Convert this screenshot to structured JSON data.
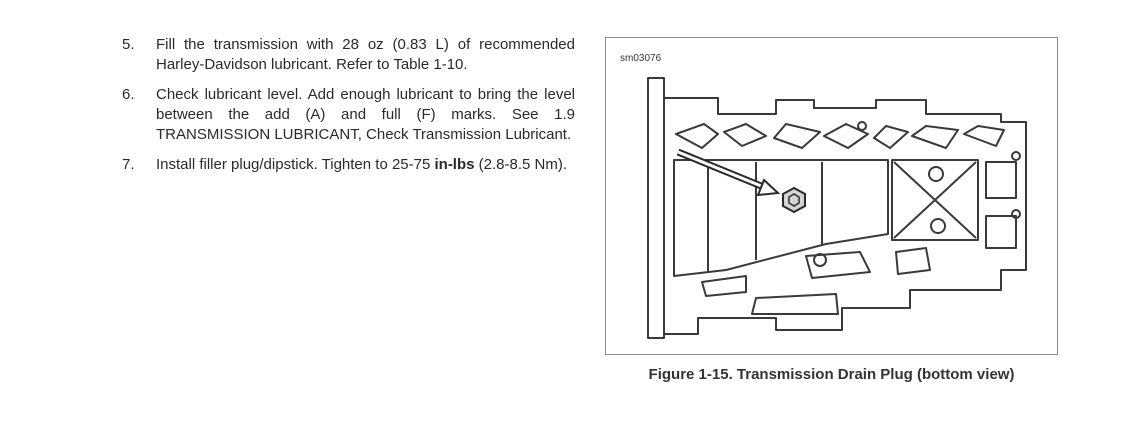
{
  "steps": [
    {
      "number": "5.",
      "text": "Fill the transmission with 28 oz (0.83 L) of recommended Harley-Davidson lubricant. Refer to Table 1-10."
    },
    {
      "number": "6.",
      "text": "Check lubricant level. Add enough lubricant to bring the level between the add (A) and full (F) marks. See 1.9 TRANSMISSION LUBRICANT, Check Transmission Lubricant."
    },
    {
      "number": "7.",
      "text_before": "Install filler plug/dipstick. Tighten to 25-75 ",
      "text_bold": "in-lbs",
      "text_after": " (2.8-8.5 Nm)."
    }
  ],
  "figure": {
    "id": "sm03076",
    "caption": "Figure 1-15. Transmission Drain Plug (bottom view)"
  }
}
